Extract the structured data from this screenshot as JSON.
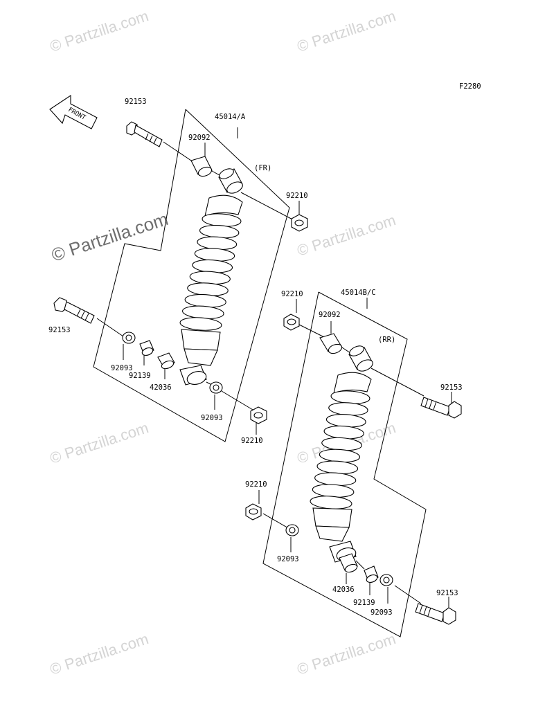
{
  "diagram_code": "F2280",
  "front_arrow_label": "FRONT",
  "watermark_text": "© Partzilla.com",
  "assemblies": {
    "front": {
      "part_number": "45014/A",
      "position": "(FR)"
    },
    "rear": {
      "part_number": "45014B/C",
      "position": "(RR)"
    }
  },
  "front_labels": {
    "bolt_top": "92153",
    "collar_top": "92092",
    "nut_top": "92210",
    "bolt_mid": "92153",
    "seal_left": "92093",
    "bushing": "92139",
    "collar_bottom": "42036",
    "seal_right": "92093",
    "nut_bottom": "92210"
  },
  "rear_labels": {
    "nut_top": "92210",
    "collar_top": "92092",
    "bolt_right": "92153",
    "nut_left": "92210",
    "seal_left": "92093",
    "collar_bottom": "42036",
    "bushing": "92139",
    "seal_right": "92093",
    "bolt_bottom": "92153"
  },
  "colors": {
    "line": "#000000",
    "watermark_light": "#d4d4d4",
    "watermark_dark": "#6e6e6e"
  }
}
